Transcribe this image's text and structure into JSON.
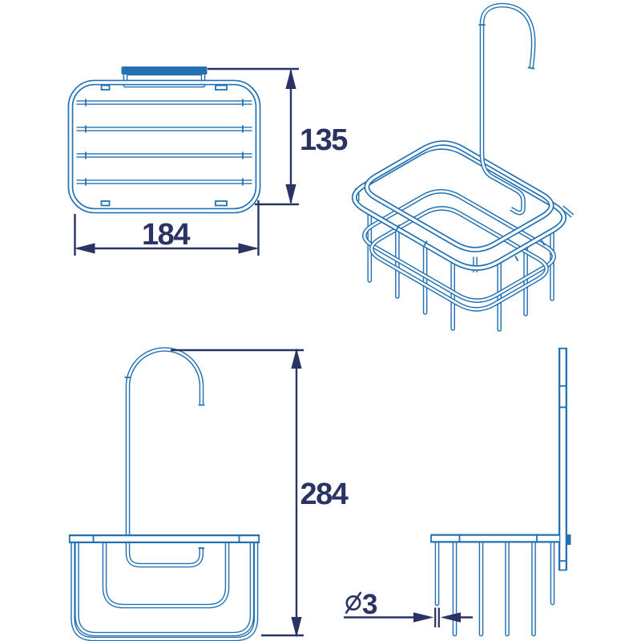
{
  "drawing": {
    "colors": {
      "line_blue": "#2371b2",
      "dimension_navy": "#2a3364",
      "background": "#ffffff"
    },
    "dimensions": {
      "basket_height": "135",
      "basket_width": "184",
      "overall_height": "284",
      "wire_diameter": "3",
      "wire_diameter_symbol": "diameter-sign"
    }
  }
}
